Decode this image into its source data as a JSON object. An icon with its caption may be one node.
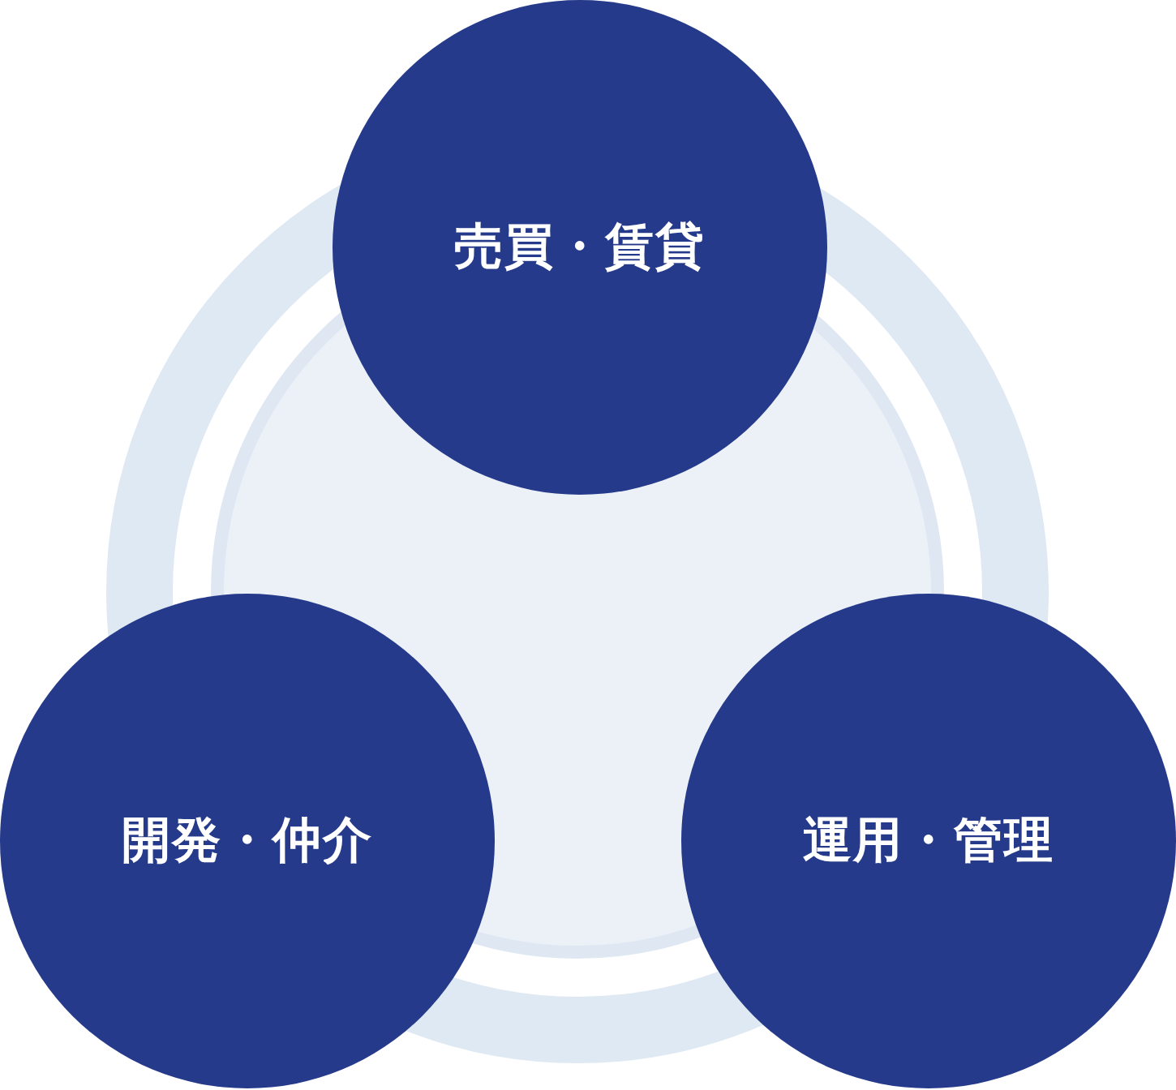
{
  "diagram": {
    "nodes": [
      {
        "text": [
          "売買・賃貸"
        ]
      },
      {
        "text": [
          "開発・仲介"
        ]
      },
      {
        "text": [
          "運用・管理"
        ]
      }
    ]
  }
}
